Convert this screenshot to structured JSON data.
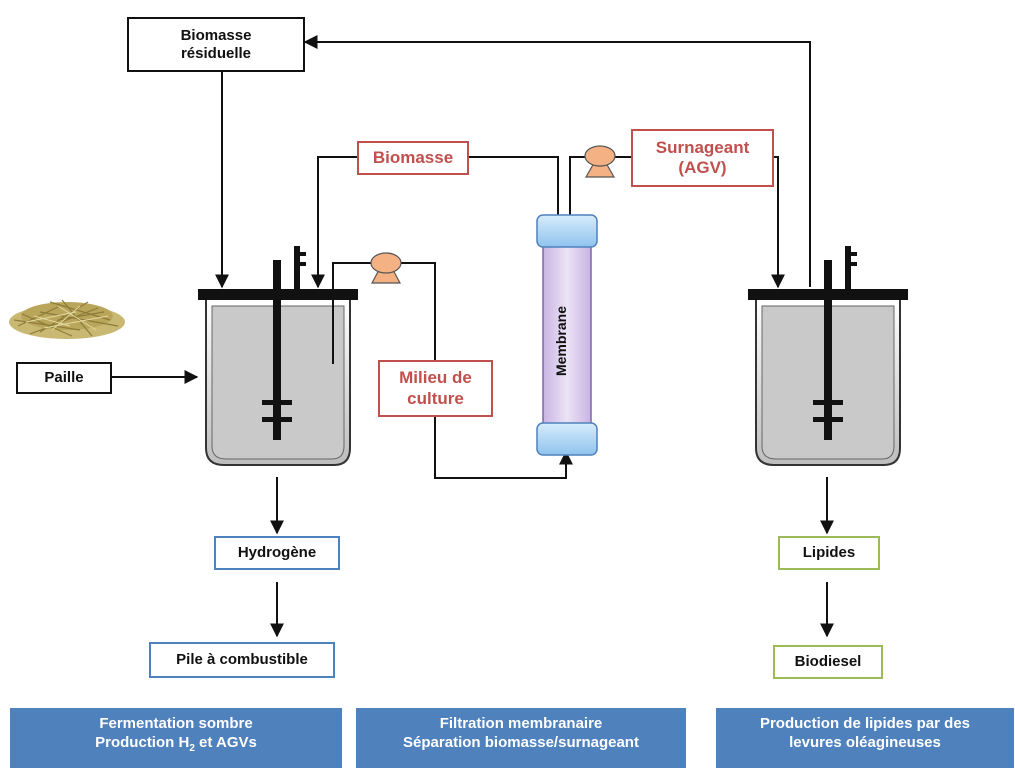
{
  "labels": {
    "biomasse_residuelle": "Biomasse\nrésiduelle",
    "biomasse": "Biomasse",
    "surnageant": "Surnageant\n(AGV)",
    "paille": "Paille",
    "milieu": "Milieu de\nculture",
    "membrane": "Membrane",
    "hydrogene": "Hydrogène",
    "pile": "Pile à combustible",
    "lipides": "Lipides",
    "biodiesel": "Biodiesel"
  },
  "banners": [
    {
      "line1": "Fermentation sombre",
      "line2a": "Production H",
      "sub": "2",
      "line2b": " et AGVs"
    },
    {
      "line1": "Filtration membranaire",
      "line2": "Séparation biomasse/surnageant"
    },
    {
      "line1": "Production de lipides par des",
      "line2": "levures oléagineuses"
    }
  ],
  "colors": {
    "red_border": "#c0504d",
    "blue_border": "#4f81bd",
    "green_border": "#9bbb59",
    "banner_fill": "#4f81bd",
    "pump_fill": "#f4b183",
    "membrane_fill": "#d9c8ea",
    "membrane_cap": "#a9d4f5",
    "tank_fill": "#cfcfcf"
  },
  "icons": [
    "straw-image",
    "pump-icon",
    "stirrer-icon"
  ]
}
